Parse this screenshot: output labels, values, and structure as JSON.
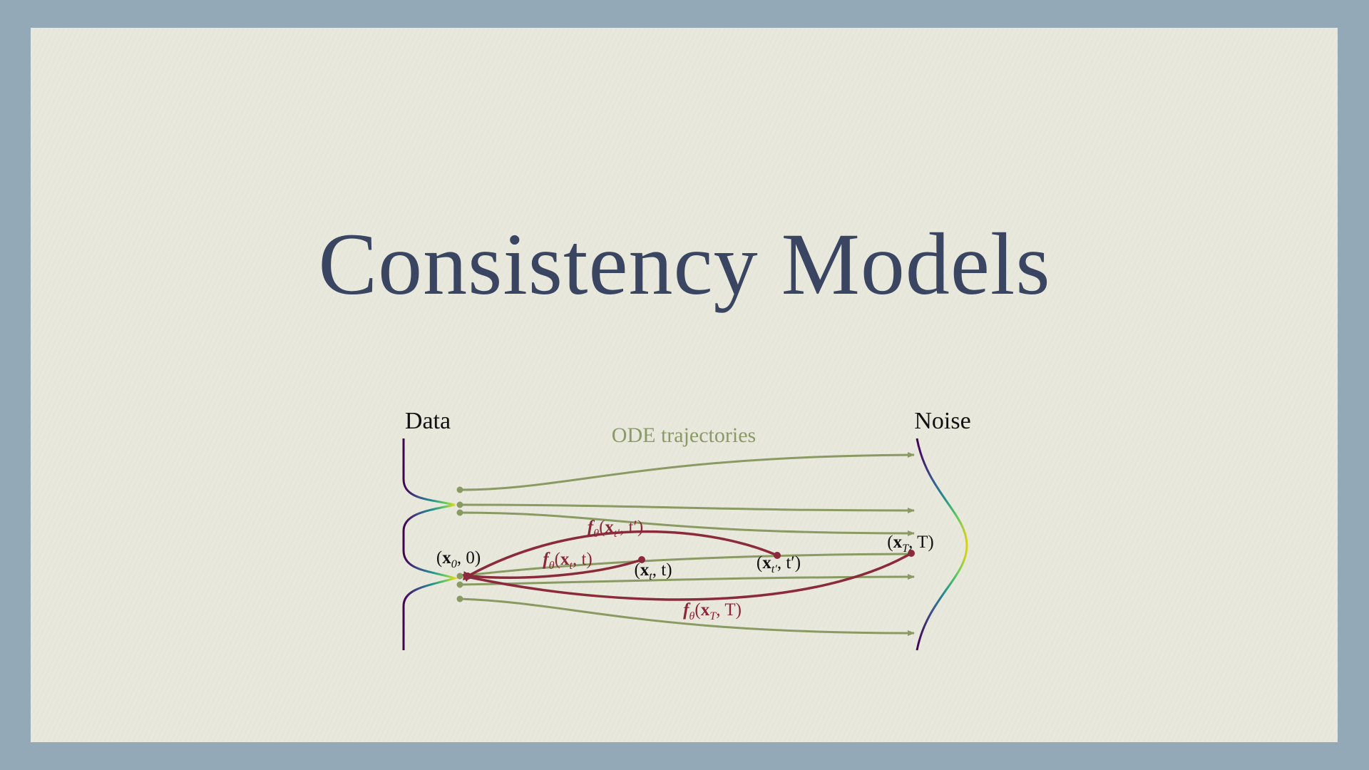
{
  "title": "Consistency Models",
  "diagram": {
    "data_label": "Data",
    "noise_label": "Noise",
    "ode_label": "ODE trajectories",
    "points": {
      "x0": {
        "var": "x",
        "sub": "0",
        "rest": ", 0)"
      },
      "xt": {
        "var": "x",
        "sub": "t",
        "rest": ", t)"
      },
      "xtp": {
        "var": "x",
        "sub": "t′",
        "rest": ", t′)"
      },
      "xT": {
        "var": "x",
        "sub": "T",
        "rest": ", T)"
      }
    },
    "maps": {
      "f_xtp": {
        "f": "f",
        "theta": "θ",
        "var": "x",
        "sub": "t′",
        "rest": ", t′)"
      },
      "f_xt": {
        "f": "f",
        "theta": "θ",
        "var": "x",
        "sub": "t",
        "rest": ", t)"
      },
      "f_xT": {
        "f": "f",
        "theta": "θ",
        "var": "x",
        "sub": "T",
        "rest": ", T)"
      }
    },
    "colors": {
      "trajectory": "#8a9a63",
      "consistency": "#8b2a3a",
      "density": "viridis"
    }
  }
}
